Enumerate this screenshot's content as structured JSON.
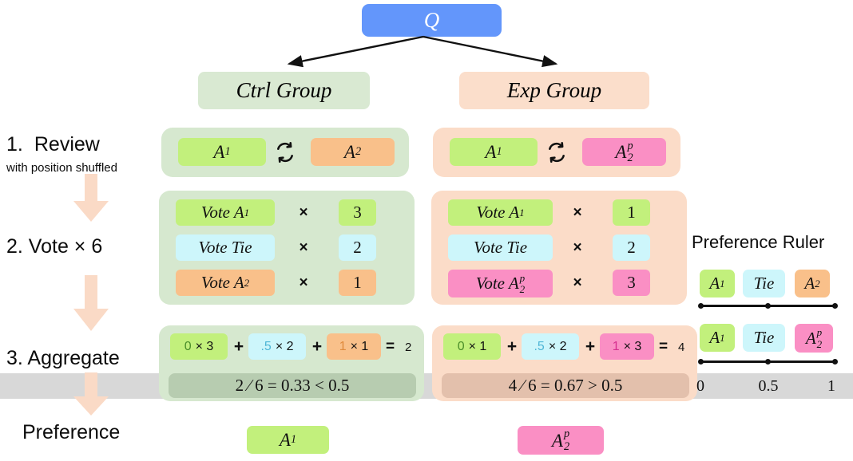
{
  "root": {
    "query_label": "Q"
  },
  "groups": {
    "ctrl": {
      "header": "Ctrl Group"
    },
    "exp": {
      "header": "Exp Group"
    }
  },
  "steps": [
    {
      "index": "1.",
      "title": "Review",
      "subtitle": "with position shuffled"
    },
    {
      "index": "2.",
      "title": "Vote × 6",
      "subtitle": ""
    },
    {
      "index": "3.",
      "title": "Aggregate",
      "subtitle": ""
    },
    {
      "index": "",
      "title": "Preference",
      "subtitle": ""
    }
  ],
  "step_labels": {
    "step1_index": "1.",
    "step1_title": "Review",
    "step1_sub": "with position shuffled",
    "step2": "2. Vote × 6",
    "step3": "3. Aggregate",
    "step4": "Preference"
  },
  "review": {
    "ctrl": {
      "left": "A",
      "left_sub": "1",
      "right": "A",
      "right_sub": "2",
      "swap_icon": "swap-shuffle-icon"
    },
    "exp": {
      "left": "A",
      "left_sub": "1",
      "right": "A",
      "right_sub": "2",
      "right_sup": "p",
      "swap_icon": "swap-shuffle-icon"
    }
  },
  "vote": {
    "times_symbol": "×",
    "ctrl_rows": [
      {
        "label": "Vote A",
        "sub": "1",
        "sup": "",
        "count": "3",
        "color": "green"
      },
      {
        "label": "Vote Tie",
        "sub": "",
        "sup": "",
        "count": "2",
        "color": "cyan"
      },
      {
        "label": "Vote A",
        "sub": "2",
        "sup": "",
        "count": "1",
        "color": "orange"
      }
    ],
    "exp_rows": [
      {
        "label": "Vote A",
        "sub": "1",
        "sup": "",
        "count": "1",
        "color": "green"
      },
      {
        "label": "Vote Tie",
        "sub": "",
        "sup": "",
        "count": "2",
        "color": "cyan"
      },
      {
        "label": "Vote A",
        "sub": "2",
        "sup": "p",
        "count": "3",
        "color": "pink"
      }
    ]
  },
  "aggregate": {
    "plus": "+",
    "equals": "=",
    "ctrl": {
      "terms": [
        {
          "coef": "0",
          "times": "× 3",
          "color": "green"
        },
        {
          "coef": ".5",
          "times": "× 2",
          "color": "cyan"
        },
        {
          "coef": "1",
          "times": "× 1",
          "color": "orange"
        }
      ],
      "total": "2",
      "ratio": "2 ∕ 6 = 0.33 < 0.5"
    },
    "exp": {
      "terms": [
        {
          "coef": "0",
          "times": "× 1",
          "color": "green"
        },
        {
          "coef": ".5",
          "times": "× 2",
          "color": "cyan"
        },
        {
          "coef": "1",
          "times": "× 3",
          "color": "pink"
        }
      ],
      "total": "4",
      "ratio": "4 ∕ 6 = 0.67 > 0.5"
    }
  },
  "preference": {
    "ctrl_winner": "A",
    "ctrl_winner_sub": "1",
    "exp_winner": "A",
    "exp_winner_sub": "2",
    "exp_winner_sup": "p"
  },
  "ruler": {
    "title": "Preference Ruler",
    "row1": [
      {
        "label": "A",
        "sub": "1",
        "sup": "",
        "color": "green"
      },
      {
        "label": "Tie",
        "sub": "",
        "sup": "",
        "color": "cyan"
      },
      {
        "label": "A",
        "sub": "2",
        "sup": "",
        "color": "orange"
      }
    ],
    "row2": [
      {
        "label": "A",
        "sub": "1",
        "sup": "",
        "color": "green"
      },
      {
        "label": "Tie",
        "sub": "",
        "sup": "",
        "color": "cyan"
      },
      {
        "label": "A",
        "sub": "2",
        "sup": "p",
        "color": "pink"
      }
    ],
    "ticks": [
      "0",
      "0.5",
      "1"
    ]
  },
  "colors": {
    "query_blue": "#6396fb",
    "ctrl_panel": "#d6e8cf",
    "exp_panel": "#fbdcc8",
    "chip_green": "#c2f07c",
    "chip_orange": "#f9c08a",
    "chip_pink": "#fa8fc4",
    "chip_cyan": "#cdf6fb",
    "arrow_peach": "#fadac6",
    "band_gray": "#d8d8d8"
  }
}
